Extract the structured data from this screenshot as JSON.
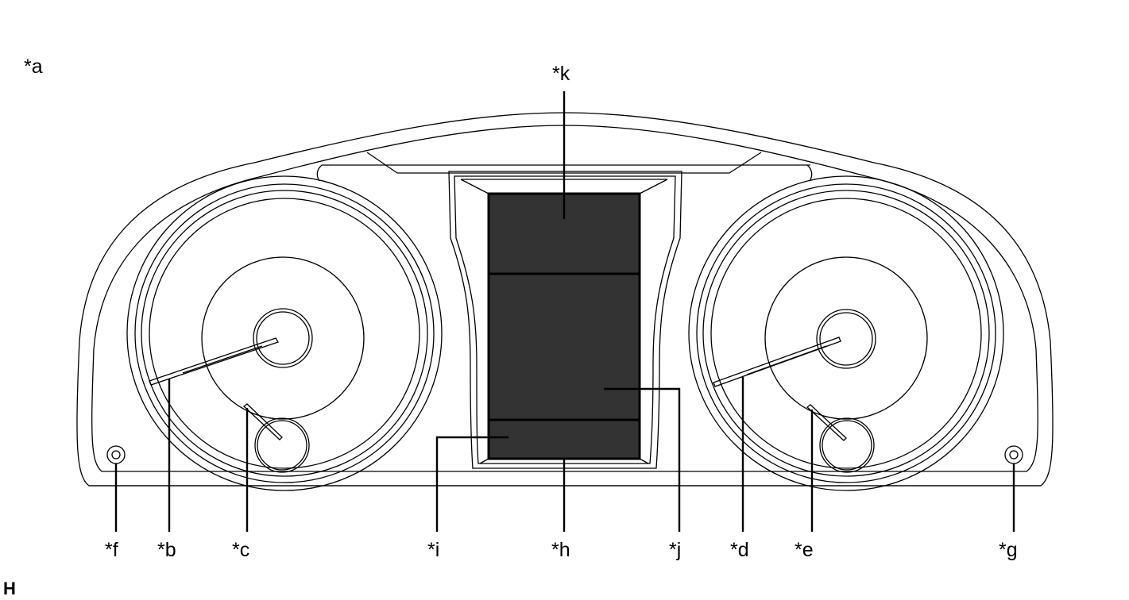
{
  "figure": {
    "title_callout": "*a",
    "corner_code": "H"
  },
  "callouts": [
    {
      "id": "k",
      "text": "*k"
    },
    {
      "id": "f",
      "text": "*f"
    },
    {
      "id": "b",
      "text": "*b"
    },
    {
      "id": "c",
      "text": "*c"
    },
    {
      "id": "i",
      "text": "*i"
    },
    {
      "id": "h",
      "text": "*h"
    },
    {
      "id": "j",
      "text": "*j"
    },
    {
      "id": "d",
      "text": "*d"
    },
    {
      "id": "e",
      "text": "*e"
    },
    {
      "id": "g",
      "text": "*g"
    }
  ],
  "colors": {
    "line": "#000000",
    "display": "#333333",
    "background": "#ffffff"
  }
}
